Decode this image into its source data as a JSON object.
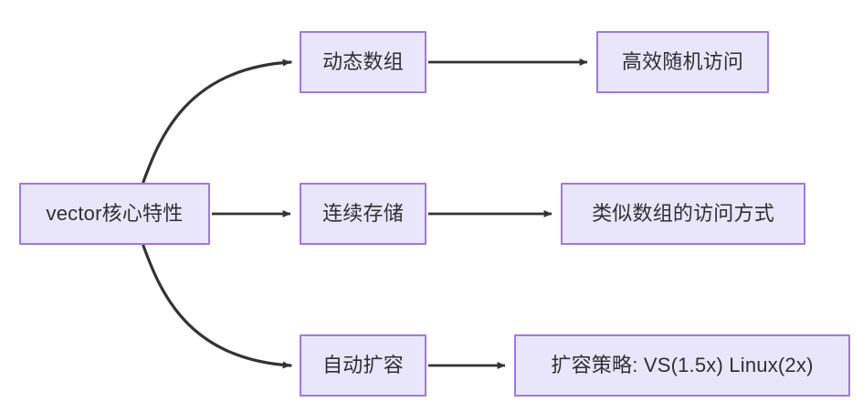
{
  "diagram": {
    "type": "flowchart",
    "direction": "left-to-right",
    "background_color": "#ffffff",
    "node_fill_color": "#E9E6FB",
    "node_border_color": "#9D78E8",
    "node_text_color": "#2f2f33",
    "edge_color": "#333333",
    "nodes": [
      {
        "id": "root",
        "label": "vector核心特性"
      },
      {
        "id": "dynarray",
        "label": "动态数组"
      },
      {
        "id": "random",
        "label": "高效随机访问"
      },
      {
        "id": "contig",
        "label": "连续存储"
      },
      {
        "id": "access",
        "label": "类似数组的访问方式"
      },
      {
        "id": "grow",
        "label": "自动扩容"
      },
      {
        "id": "policy",
        "label": "扩容策略: VS(1.5x) Linux(2x)"
      }
    ],
    "edges": [
      {
        "id": "edge-root-dynarray",
        "from": "root",
        "to": "dynarray",
        "shape": "curve"
      },
      {
        "id": "edge-root-contig",
        "from": "root",
        "to": "contig",
        "shape": "straight"
      },
      {
        "id": "edge-root-grow",
        "from": "root",
        "to": "grow",
        "shape": "curve"
      },
      {
        "id": "edge-dynarray-random",
        "from": "dynarray",
        "to": "random",
        "shape": "straight"
      },
      {
        "id": "edge-contig-access",
        "from": "contig",
        "to": "access",
        "shape": "straight"
      },
      {
        "id": "edge-grow-policy",
        "from": "grow",
        "to": "policy",
        "shape": "straight"
      }
    ]
  }
}
